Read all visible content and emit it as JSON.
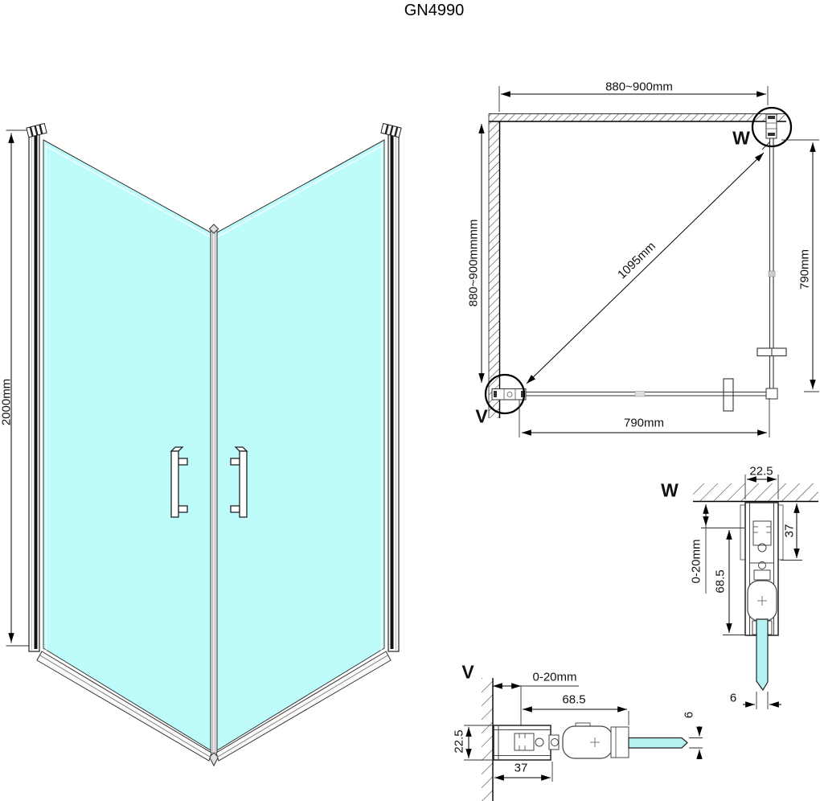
{
  "title": "GN4990",
  "colors": {
    "glass_3d": "#befcfc",
    "glass_section": "#b6f2f2",
    "line": "#000000"
  },
  "view_3d": {
    "height_dim": "2000mm"
  },
  "plan_view": {
    "top_width_dim": "880~900mm",
    "left_depth_dim": "880~900mmmm",
    "diagonal_dim": "1095mm",
    "right_door_dim": "790mm",
    "bottom_door_dim": "790mm",
    "hinge_w_label": "W",
    "hinge_v_label": "V"
  },
  "detail_w": {
    "label": "W",
    "profile_width_dim": "22.5",
    "top_section_dim": "37",
    "adjustment_dim": "0-20mm",
    "profile_length_dim": "68.5",
    "glass_thickness_dim": "6"
  },
  "detail_v": {
    "label": "V",
    "adjustment_dim": "0-20mm",
    "profile_length_dim": "68.5",
    "profile_width_dim": "22.5",
    "wall_profile_dim": "37",
    "glass_thickness_dim": "6"
  }
}
